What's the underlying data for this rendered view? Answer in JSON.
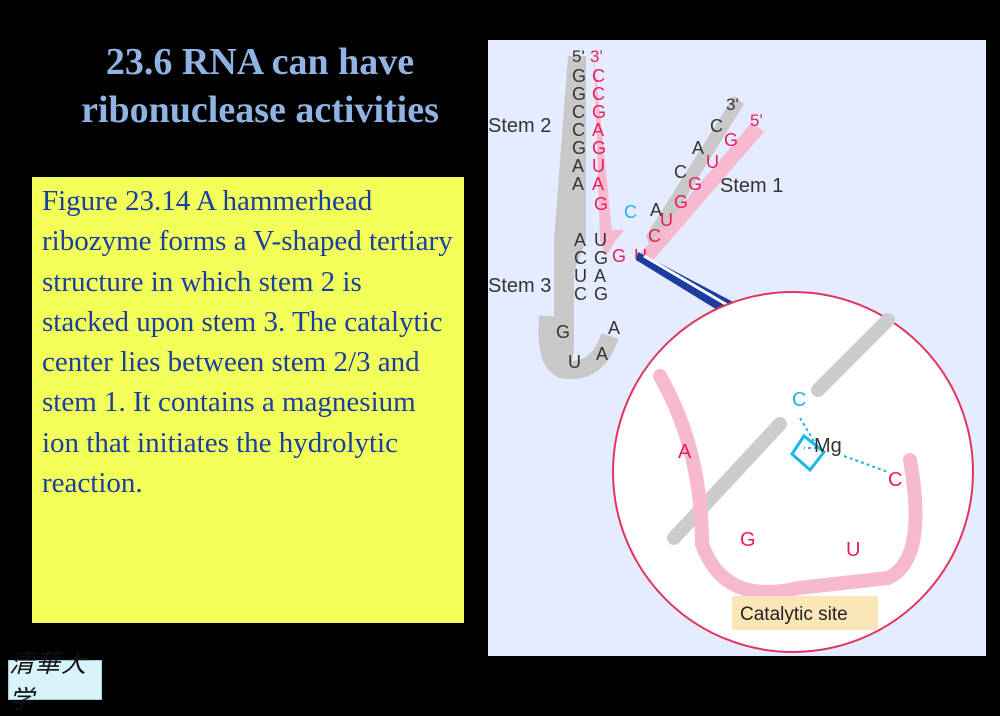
{
  "slide": {
    "title_line1": "23.6 RNA can have",
    "title_line2": "ribonuclease activities",
    "caption": "Figure 23.14 A hammerhead ribozyme forms a V-shaped tertiary structure in which stem 2 is stacked upon stem 3. The catalytic center lies between stem 2/3 and stem 1. It contains a magnesium ion that initiates the hydrolytic reaction."
  },
  "figure": {
    "stem_labels": {
      "stem2": "Stem 2",
      "stem1": "Stem 1",
      "stem3": "Stem 3"
    },
    "end_labels": {
      "five_prime_left": "5'",
      "three_prime_left": "3'",
      "three_prime_right": "3'",
      "five_prime_right": "5'"
    },
    "left_strand": [
      "G",
      "G",
      "C",
      "C",
      "G",
      "A",
      "A",
      "A",
      "C",
      "U",
      "C"
    ],
    "loop": [
      "G",
      "U",
      "A",
      "A"
    ],
    "stem3_pair": [
      "U",
      "G",
      "A",
      "G"
    ],
    "middle_strand": [
      "C",
      "C",
      "G",
      "A",
      "G",
      "U",
      "A",
      "G"
    ],
    "stem1_top": [
      "A",
      "C",
      "A",
      "C"
    ],
    "stem1_bottom": [
      "G",
      "U",
      "G",
      "G",
      "U",
      "C"
    ],
    "cleavage_nucleotides": [
      "C",
      "G",
      "U"
    ],
    "inset": {
      "labels": {
        "c_top": "C",
        "mg": "Mg",
        "a": "A",
        "c_right": "C",
        "g": "G",
        "u": "U"
      },
      "catalytic_label": "Catalytic site"
    }
  },
  "logo": {
    "text": "清華大学"
  },
  "colors": {
    "background": "#000000",
    "title": "#8fb4e3",
    "caption_bg": "#f2ff58",
    "caption_text": "#1b3fa0",
    "panel_bg": "#e6ecff",
    "rna_red": "#e81c5c",
    "rna_pink": "#f7b9cf",
    "rna_gray": "#c8c8c8",
    "cyan": "#1ab8e6",
    "arrow_blue": "#1a3d9e",
    "circle_red": "#e0355f",
    "label_bg": "#fbe6b8"
  },
  "icons": {
    "arrow": "pointer-arrow",
    "mg_ion": "diamond-ion"
  }
}
